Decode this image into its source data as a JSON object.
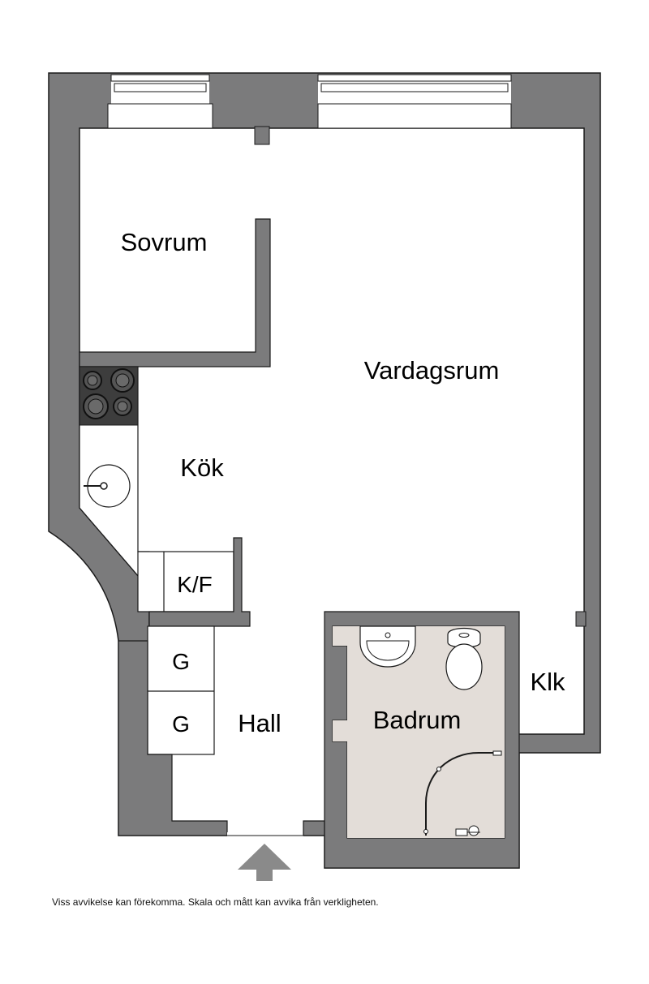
{
  "rooms": {
    "sovrum": "Sovrum",
    "vardagsrum": "Vardagsrum",
    "kok": "Kök",
    "kf": "K/F",
    "g1": "G",
    "g2": "G",
    "hall": "Hall",
    "badrum": "Badrum",
    "klk": "Klk"
  },
  "disclaimer": "Viss avvikelse kan förekomma. Skala och mått kan avvika från verkligheten.",
  "colors": {
    "wall": "#7b7b7c",
    "wall_stroke": "#1a1a1a",
    "bathroom_floor": "#e3ddd8",
    "stove": "#3d3d3d",
    "arrow": "#8a8a8a"
  },
  "icons": [
    "entrance-arrow-icon",
    "stove-icon",
    "sink-icon",
    "toilet-icon",
    "shower-icon"
  ]
}
